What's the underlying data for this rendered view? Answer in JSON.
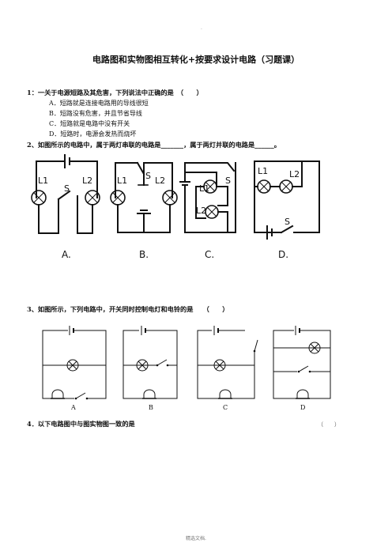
{
  "page": {
    "title": "电路图和实物图相互转化+按要求设计电路（习题课）",
    "top_mark": "·",
    "footer": "精选文档."
  },
  "q1": {
    "stem": "1：一关于电源短路及其危害，下列说法中正确的是　（　　）",
    "options": [
      "A．短路就是连接电路用的导线很短",
      "B．短路没有危害，并且节省导线",
      "C．短路就是电路中没有开关",
      "D．短路时，电源会发热而烧坏"
    ]
  },
  "q2": {
    "stem": "2、如图所示的电路中，属于两灯串联的电路是_______，属于两灯并联的电路是______。",
    "labels": {
      "L1": "L1",
      "L2": "L2",
      "S": "S"
    },
    "captions": [
      "A.",
      "B.",
      "C.",
      "D."
    ]
  },
  "q3": {
    "stem": "3、如图所示，下列电路中，开关同时控制电灯和电铃的是　　（　　）",
    "captions": [
      "A",
      "B",
      "C",
      "D"
    ]
  },
  "q4": {
    "stem": "4．以下电路图中与图实物图一致的是",
    "bracket": "（　　）"
  }
}
